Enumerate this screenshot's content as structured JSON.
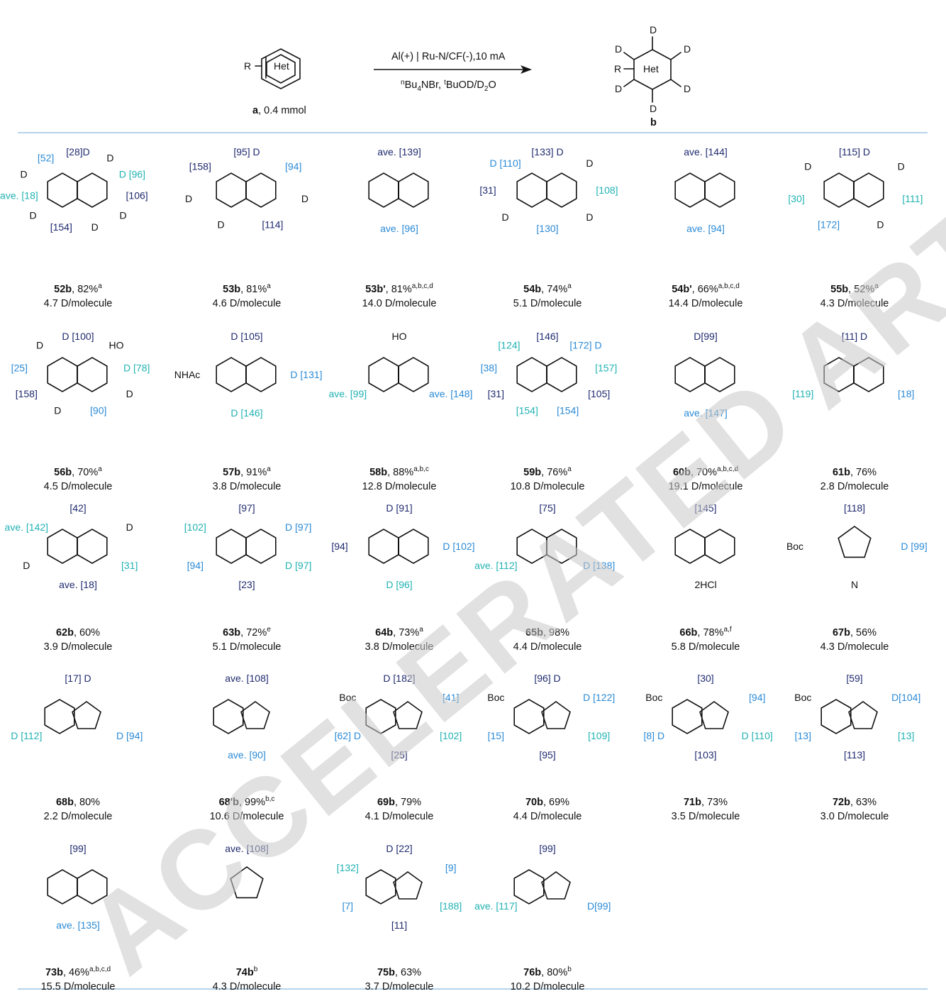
{
  "scheme": {
    "reactant_R": "R",
    "reactant_ring": "Het",
    "reactant_caption_bold": "a",
    "reactant_caption": ", 0.4 mmol",
    "condition_top": "Al(+) | Ru-N/CF(-),10 mA",
    "condition_bottom": "nBu4NBr, tBuOD/D2O",
    "product_R": "R",
    "product_ring": "Het",
    "product_D": "D",
    "product_caption": "b"
  },
  "colors": {
    "navy": "#1f2a6e",
    "blue": "#2a8ad6",
    "teal": "#22b2b2",
    "gray": "#9a9a9a",
    "black": "#111111",
    "rule": "#9dc6e6",
    "watermark": "#c9c9c9"
  },
  "watermark": "ACCELERATED ARTICLE PREVIEW",
  "compounds": [
    {
      "id": "52b",
      "y": "82%",
      "sup": "a",
      "d": "4.7 D/molecule",
      "labels": [
        "[28]D",
        "D",
        "D [96]",
        "[106]",
        "D",
        "D",
        "[154]",
        "D",
        "ave. [18]",
        "D",
        "[52]"
      ]
    },
    {
      "id": "53b",
      "y": "81%",
      "sup": "a",
      "d": "4.6 D/molecule",
      "labels": [
        "[95] D",
        "[94]",
        "D",
        "[114]",
        "D",
        "D",
        "[158]"
      ]
    },
    {
      "id": "53b'",
      "y": "81%",
      "sup": "a,b,c,d",
      "d": "14.0 D/molecule",
      "labels": [
        "ave. [139]",
        "ave. [96]"
      ]
    },
    {
      "id": "54b",
      "y": "74%",
      "sup": "a",
      "d": "5.1 D/molecule",
      "labels": [
        "[133] D",
        "D",
        "[108]",
        "D",
        "[130]",
        "D",
        "[31]",
        "D [110]"
      ]
    },
    {
      "id": "54b'",
      "y": "66%",
      "sup": "a,b,c,d",
      "d": "14.4 D/molecule",
      "labels": [
        "ave. [144]",
        "ave. [94]"
      ]
    },
    {
      "id": "55b",
      "y": "52%",
      "sup": "a",
      "d": "4.3 D/molecule",
      "labels": [
        "[115] D",
        "D",
        "[111]",
        "D",
        "[172]",
        "[30]",
        "D"
      ]
    },
    {
      "id": "56b",
      "y": "70%",
      "sup": "a",
      "d": "4.5 D/molecule",
      "labels": [
        "D [100]",
        "HO",
        "D [78]",
        "D",
        "[90]",
        "D",
        "[158]",
        "[25]",
        "D"
      ]
    },
    {
      "id": "57b",
      "y": "91%",
      "sup": "a",
      "d": "3.8 D/molecule",
      "labels": [
        "D [105]",
        "D [131]",
        "D [146]",
        "NHAc"
      ]
    },
    {
      "id": "58b",
      "y": "88%",
      "sup": "a,b,c",
      "d": "12.8 D/molecule",
      "labels": [
        "HO",
        "ave. [148]",
        "ave. [99]"
      ]
    },
    {
      "id": "59b",
      "y": "76%",
      "sup": "a",
      "d": "10.8 D/molecule",
      "labels": [
        "[146]",
        "[172] D",
        "[157]",
        "[105]",
        "[154]",
        "[154]",
        "[31]",
        "[38]",
        "[124]"
      ]
    },
    {
      "id": "60b",
      "y": "70%",
      "sup": "a,b,c,d",
      "d": "19.1 D/molecule",
      "labels": [
        "D[99]",
        "ave. [147]"
      ]
    },
    {
      "id": "61b",
      "y": "76%",
      "sup": "",
      "d": "2.8 D/molecule",
      "labels": [
        "[11] D",
        "[18]",
        "[119]"
      ]
    },
    {
      "id": "62b",
      "y": "60%",
      "sup": "",
      "d": "3.9 D/molecule",
      "labels": [
        "[42]",
        "D",
        "[31]",
        "ave. [18]",
        "D",
        "ave. [142]"
      ]
    },
    {
      "id": "63b",
      "y": "72%",
      "sup": "e",
      "d": "5.1 D/molecule",
      "labels": [
        "[97]",
        "D [97]",
        "D [97]",
        "[23]",
        "[94]",
        "[102]"
      ]
    },
    {
      "id": "64b",
      "y": "73%",
      "sup": "a",
      "d": "3.8 D/molecule",
      "labels": [
        "D [91]",
        "D [102]",
        "D [96]",
        "[94]"
      ]
    },
    {
      "id": "65b",
      "y": "98%",
      "sup": "",
      "d": "4.4 D/molecule",
      "labels": [
        "[75]",
        "D [138]",
        "ave. [112]"
      ]
    },
    {
      "id": "66b",
      "y": "78%",
      "sup": "a,f",
      "d": "5.8 D/molecule",
      "labels": [
        "[145]",
        "2HCl"
      ]
    },
    {
      "id": "67b",
      "y": "56%",
      "sup": "",
      "d": "4.3 D/molecule",
      "labels": [
        "[118]",
        "D [99]",
        "N",
        "Boc"
      ]
    },
    {
      "id": "68b",
      "y": "80%",
      "sup": "",
      "d": "2.2 D/molecule",
      "labels": [
        "[17] D",
        "D [94]",
        "D [112]"
      ]
    },
    {
      "id": "68'b",
      "y": "99%",
      "sup": "b,c",
      "d": "10.6 D/molecule",
      "labels": [
        "ave. [108]",
        "ave. [90]"
      ]
    },
    {
      "id": "69b",
      "y": "79%",
      "sup": "",
      "d": "4.1 D/molecule",
      "labels": [
        "D [182]",
        "[41]",
        "[102]",
        "[25]",
        "[62] D",
        "Boc"
      ]
    },
    {
      "id": "70b",
      "y": "69%",
      "sup": "",
      "d": "4.4 D/molecule",
      "labels": [
        "[96] D",
        "D [122]",
        "[109]",
        "[95]",
        "[15]",
        "Boc"
      ]
    },
    {
      "id": "71b",
      "y": "73%",
      "sup": "",
      "d": "3.5 D/molecule",
      "labels": [
        "[30]",
        "[94]",
        "D [110]",
        "[103]",
        "[8] D",
        "Boc"
      ]
    },
    {
      "id": "72b",
      "y": "63%",
      "sup": "",
      "d": "3.0 D/molecule",
      "labels": [
        "[59]",
        "D[104]",
        "[13]",
        "[113]",
        "[13]",
        "Boc"
      ]
    },
    {
      "id": "73b",
      "y": "46%",
      "sup": "a,b,c,d",
      "d": "15.5 D/molecule",
      "labels": [
        "[99]",
        "ave. [135]"
      ]
    },
    {
      "id": "74b",
      "y": "",
      "sup": "b",
      "d": "4.3 D/molecule",
      "labels": [
        "ave. [108]"
      ]
    },
    {
      "id": "75b",
      "y": "63%",
      "sup": "",
      "d": "3.7 D/molecule",
      "labels": [
        "D [22]",
        "[9]",
        "[188]",
        "[11]",
        "[7]",
        "[132]"
      ]
    },
    {
      "id": "76b",
      "y": "80%",
      "sup": "b",
      "d": "10.2 D/molecule",
      "labels": [
        "[99]",
        "D[99]",
        "ave. [117]"
      ]
    }
  ]
}
